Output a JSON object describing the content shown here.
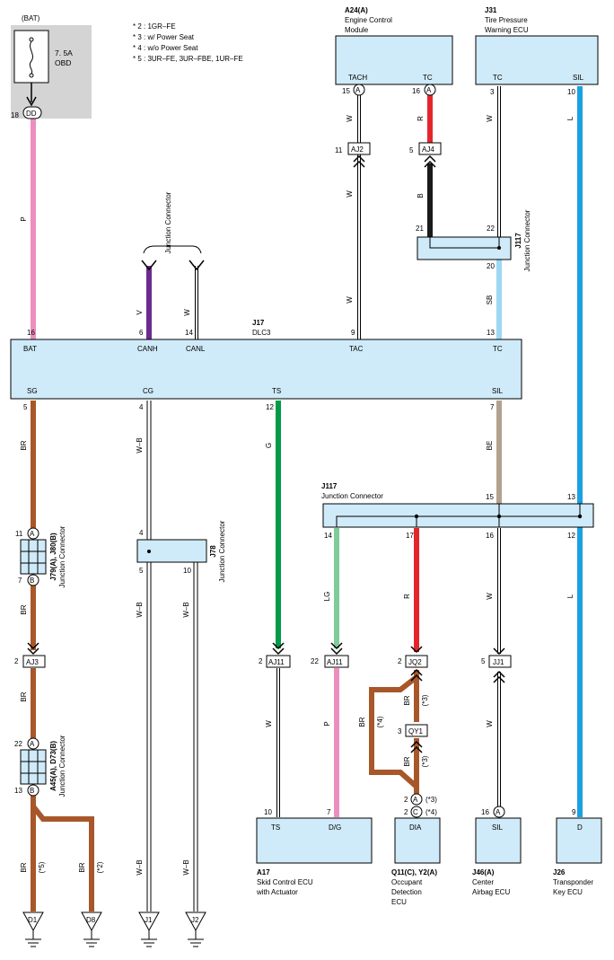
{
  "colors": {
    "box_fill": "#cfeaf8",
    "fuse_panel": "#d4d4d4",
    "pink": "#ec8fbf",
    "purple": "#6b2c91",
    "red": "#e4262c",
    "black": "#1a1a1a",
    "light_blue": "#9ed8f2",
    "sky_blue": "#1ba1e2",
    "brown": "#a8572a",
    "green": "#009a4a",
    "light_green": "#7fcc99",
    "beige": "#b3a190"
  },
  "notes": [
    "* 2 : 1GR–FE",
    "* 3 : w/ Power Seat",
    "* 4 : w/o Power Seat",
    "* 5 : 3UR–FE,  3UR–FBE,  1UR–FE"
  ],
  "fuse": {
    "source": "(BAT)",
    "rating": "7. 5A",
    "name": "OBD",
    "pin": "18",
    "connector": "DD"
  },
  "components": {
    "a24": {
      "code": "A24(A)",
      "name1": "Engine Control",
      "name2": "Module",
      "tach": "TACH",
      "tc": "TC",
      "pin_tach": "15",
      "pin_tc": "16",
      "conn": "A"
    },
    "j31": {
      "code": "J31",
      "name1": "Tire Pressure",
      "name2": "Warning ECU",
      "tc": "TC",
      "sil": "SIL",
      "pin_tc": "3",
      "pin_sil": "10"
    },
    "j17": {
      "code": "J17",
      "name": "DLC3",
      "bat": "BAT",
      "canh": "CANH",
      "canl": "CANL",
      "tac": "TAC",
      "tc": "TC",
      "sg": "SG",
      "cg": "CG",
      "ts": "TS",
      "sil": "SIL",
      "pin_bat": "16",
      "pin_canh": "6",
      "pin_canl": "14",
      "pin_tac": "9",
      "pin_tc": "13",
      "pin_sg": "5",
      "pin_cg": "4",
      "pin_ts": "12",
      "pin_sil": "7"
    },
    "j117_top": {
      "code": "J117",
      "name": "Junction Connector",
      "pin_in": "22",
      "pin_left": "21",
      "pin_out": "20"
    },
    "j117_mid": {
      "code": "J117",
      "name": "Junction Connector",
      "pin_15": "15",
      "pin_13": "13",
      "pin_14": "14",
      "pin_17": "17",
      "pin_16": "16",
      "pin_12": "12"
    },
    "j79": {
      "code": "J79(A), J80(B)",
      "name": "Junction Connector",
      "pin_top": "11",
      "pin_bottom": "7",
      "conn_top": "A",
      "conn_bottom": "B"
    },
    "j78": {
      "code": "J78",
      "name": "Junction Connector",
      "pin_top": "4",
      "pin_left": "5",
      "pin_right": "10"
    },
    "a45": {
      "code": "A45(A), D73(B)",
      "name": "Junction Connector",
      "pin_top": "22",
      "pin_bottom": "13",
      "conn_top": "A",
      "conn_bottom": "B"
    },
    "junction_label": "Junction Connector",
    "a17": {
      "code": "A17",
      "name1": "Skid Control ECU",
      "name2": "with Actuator",
      "ts": "TS",
      "dg": "D/G",
      "pin_ts": "10",
      "pin_dg": "7"
    },
    "q11": {
      "code": "Q11(C), Y2(A)",
      "name1": "Occupant",
      "name2": "Detection",
      "name3": "ECU",
      "dia": "DIA",
      "pin_a": "2",
      "pin_c": "2",
      "conn_a": "A",
      "conn_c": "C",
      "note_a": "(*3)",
      "note_c": "(*4)"
    },
    "j46": {
      "code": "J46(A)",
      "name1": "Center",
      "name2": "Airbag ECU",
      "sil": "SIL",
      "pin": "16",
      "conn": "A"
    },
    "j26": {
      "code": "J26",
      "name1": "Transponder",
      "name2": "Key ECU",
      "d": "D",
      "pin": "9"
    }
  },
  "inline_connectors": [
    {
      "id": "AJ2",
      "pin": "11"
    },
    {
      "id": "AJ4",
      "pin": "5"
    },
    {
      "id": "AJ3",
      "pin": "2"
    },
    {
      "id": "AJ11",
      "pin": "2"
    },
    {
      "id": "AJ11",
      "pin": "22"
    },
    {
      "id": "JQ2",
      "pin": "2"
    },
    {
      "id": "QY1",
      "pin": "3"
    },
    {
      "id": "JJ1",
      "pin": "5"
    }
  ],
  "wire_colors": {
    "bat": "P",
    "canh": "V",
    "canl": "W",
    "tach_up": "W",
    "tach_down": "W",
    "tc_up": "R",
    "tc_down": "B",
    "j31_tc": "W",
    "j31_sil": "L",
    "sb": "SB",
    "sg1": "BR",
    "sg2": "BR",
    "sg3": "BR",
    "cg": "W–B",
    "cg_l": "W–B",
    "cg_r": "W–B",
    "ts": "G",
    "sil": "BE",
    "lg": "LG",
    "r": "R",
    "w16": "W",
    "l12": "L",
    "aj11_w": "W",
    "aj11_p": "P",
    "br3": "BR",
    "br3n": "(*3)",
    "br4": "BR",
    "br4n": "(*4)",
    "br3b": "BR",
    "br3bn": "(*3)",
    "jj1_w": "W",
    "g_br1": "BR",
    "g_br1n": "(*5)",
    "g_br2": "BR",
    "g_br2n": "(*2)",
    "g_wb1": "W–B",
    "g_wb2": "W–B"
  },
  "grounds": [
    "D1",
    "D8",
    "J1",
    "J2"
  ]
}
